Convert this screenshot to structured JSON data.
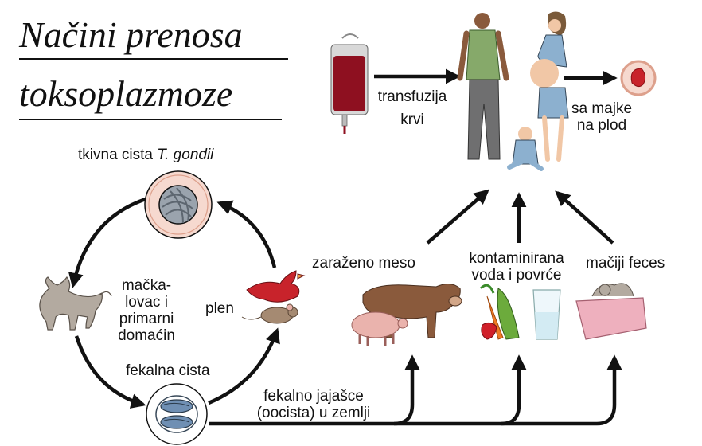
{
  "title": {
    "line1": "Načini prenosa",
    "line2": "toksoplazmoze"
  },
  "labels": {
    "tissue_cyst_prefix": "tkivna cista ",
    "tissue_cyst_species": "T. gondii",
    "cat_host_1": "mačka-",
    "cat_host_2": "lovac i",
    "cat_host_3": "primarni",
    "cat_host_4": "domaćin",
    "prey": "plen",
    "fecal_cyst": "fekalna cista",
    "oocyst_1": "fekalno jajašce",
    "oocyst_2": "(oocista) u zemlji",
    "transfusion_1": "transfuzija",
    "transfusion_2": "krvi",
    "mother_fetus_1": "sa majke",
    "mother_fetus_2": "na plod",
    "infected_meat": "zaraženo meso",
    "water_veg_1": "kontaminirana",
    "water_veg_2": "voda i povrće",
    "cat_feces": "mačiji feces"
  },
  "colors": {
    "arrow": "#111111",
    "blood": "#8e1020",
    "cyst_fill": "#f6d9cf",
    "cyst_ring": "#dda08c",
    "cow": "#8a5a3c",
    "pig": "#eab3ad",
    "litter_box": "#eeb0be",
    "cat": "#b3aaa0",
    "shirt_man": "#86a96a",
    "dress": "#8cb0cf"
  }
}
